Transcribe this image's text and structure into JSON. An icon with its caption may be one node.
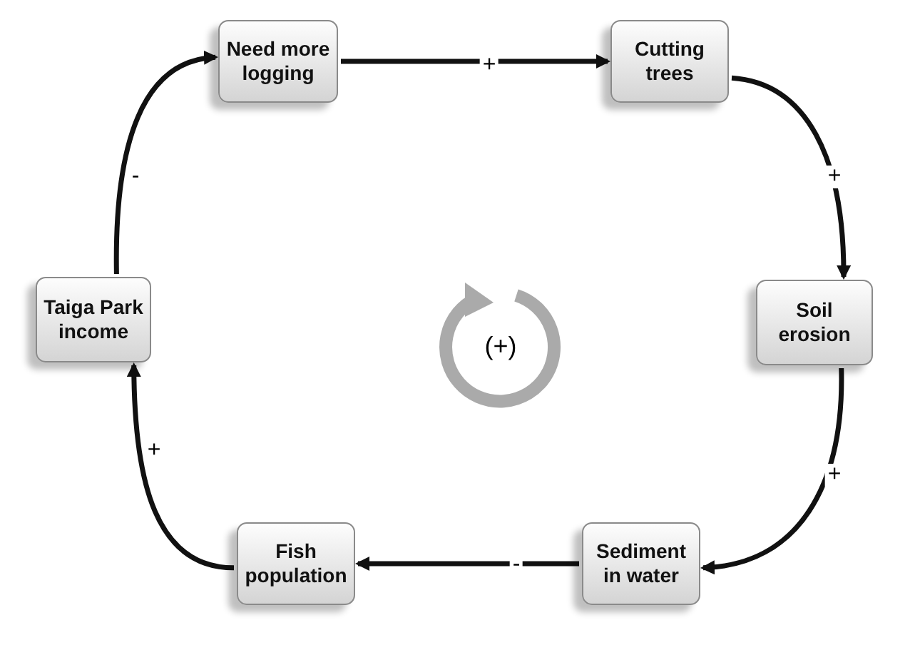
{
  "diagram": {
    "nodes": [
      {
        "text": [
          "Need more logging"
        ]
      },
      {
        "text": [
          "Cutting trees"
        ]
      },
      {
        "text": [
          "Soil erosion"
        ]
      },
      {
        "text": [
          "Sediment in water"
        ]
      },
      {
        "text": [
          "Fish population"
        ]
      },
      {
        "text": [
          "Taiga Park income"
        ]
      }
    ],
    "edges": [
      {
        "from": 0,
        "to": 1,
        "arrow": "to",
        "label": "+"
      },
      {
        "from": 1,
        "to": 2,
        "arrow": "to",
        "label": "+"
      },
      {
        "from": 2,
        "to": 3,
        "arrow": "to",
        "label": "+"
      },
      {
        "from": 3,
        "to": 4,
        "arrow": "to",
        "label": "-"
      },
      {
        "from": 4,
        "to": 5,
        "arrow": "to",
        "label": "+"
      },
      {
        "from": 5,
        "to": 0,
        "arrow": "to",
        "label": "-"
      }
    ],
    "labels": [
      "(+)"
    ]
  }
}
